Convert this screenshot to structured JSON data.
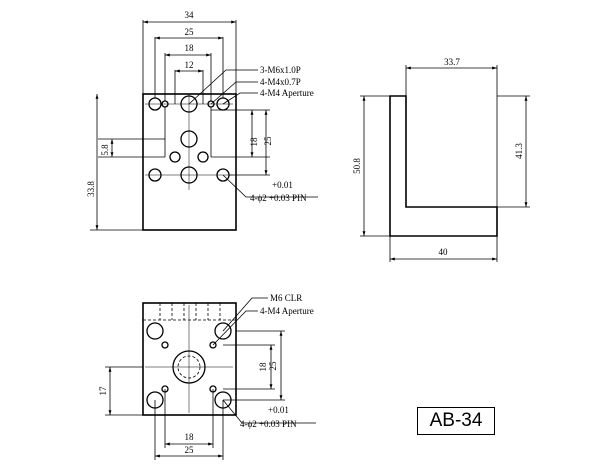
{
  "part_label": "AB-34",
  "front_view": {
    "width": "34",
    "hole_spacing_outer": "25",
    "hole_spacing_mid": "18",
    "hole_spacing_inner": "12",
    "height": "33.8",
    "offset_small": "5.8",
    "vertical_18": "18",
    "vertical_25": "25",
    "callout_m6": "3-M6x1.0P",
    "callout_m4": "4-M4x0.7P",
    "callout_aperture": "4-M4 Aperture",
    "pin_tolerance": "+0.01",
    "pin_spec": "4-ϕ2 +0.03 PIN"
  },
  "side_view": {
    "top_width": "33.7",
    "total_height": "50.8",
    "inner_height": "41.3",
    "base_width": "40"
  },
  "bottom_view": {
    "callout_clr": "M6 CLR",
    "callout_aperture": "4-M4 Aperture",
    "vertical_18": "18",
    "vertical_25": "25",
    "left_height": "17",
    "bottom_18": "18",
    "bottom_25": "25",
    "pin_tolerance": "+0.01",
    "pin_spec": "4-ϕ2 +0.03 PIN"
  }
}
